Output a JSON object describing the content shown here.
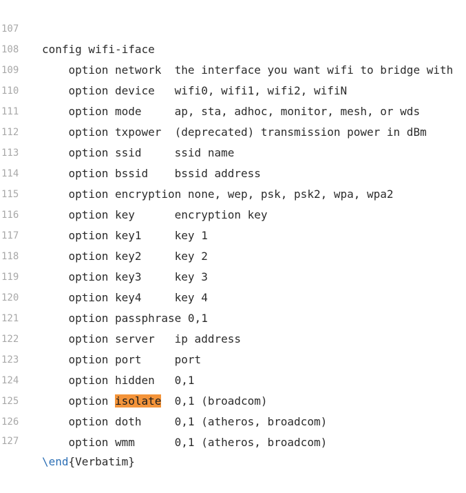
{
  "editor": {
    "colors": {
      "highlight": "#f4943a",
      "line_number": "#a8a8a8",
      "latex_command": "#2c6fb5"
    },
    "lines": [
      {
        "number": "107",
        "indent": "",
        "text": "config wifi-iface"
      },
      {
        "number": "108",
        "indent": "    ",
        "text": "option network  the interface you want wifi to bridge with"
      },
      {
        "number": "109",
        "indent": "    ",
        "text": "option device   wifi0, wifi1, wifi2, wifiN"
      },
      {
        "number": "110",
        "indent": "    ",
        "text": "option mode     ap, sta, adhoc, monitor, mesh, or wds"
      },
      {
        "number": "111",
        "indent": "    ",
        "text": "option txpower  (deprecated) transmission power in dBm"
      },
      {
        "number": "112",
        "indent": "    ",
        "text": "option ssid     ssid name"
      },
      {
        "number": "113",
        "indent": "    ",
        "text": "option bssid    bssid address"
      },
      {
        "number": "114",
        "indent": "    ",
        "text": "option encryption none, wep, psk, psk2, wpa, wpa2"
      },
      {
        "number": "115",
        "indent": "    ",
        "text": "option key      encryption key"
      },
      {
        "number": "116",
        "indent": "    ",
        "text": "option key1     key 1"
      },
      {
        "number": "117",
        "indent": "    ",
        "text": "option key2     key 2"
      },
      {
        "number": "118",
        "indent": "    ",
        "text": "option key3     key 3"
      },
      {
        "number": "119",
        "indent": "    ",
        "text": "option key4     key 4"
      },
      {
        "number": "120",
        "indent": "    ",
        "text": "option passphrase 0,1"
      },
      {
        "number": "121",
        "indent": "    ",
        "text": "option server   ip address"
      },
      {
        "number": "122",
        "indent": "    ",
        "text": "option port     port"
      },
      {
        "number": "123",
        "indent": "    ",
        "text": "option hidden   0,1"
      },
      {
        "number": "124",
        "indent": "    ",
        "before": "option ",
        "highlighted": "isolate",
        "after": "  0,1 (broadcom)"
      },
      {
        "number": "125",
        "indent": "    ",
        "text": "option doth     0,1 (atheros, broadcom)"
      },
      {
        "number": "126",
        "indent": "    ",
        "text": "option wmm      0,1 (atheros, broadcom)"
      },
      {
        "number": "127",
        "indent": "",
        "command": "\\end",
        "brace_open": "{",
        "arg": "Verbatim",
        "brace_close": "}"
      }
    ]
  }
}
